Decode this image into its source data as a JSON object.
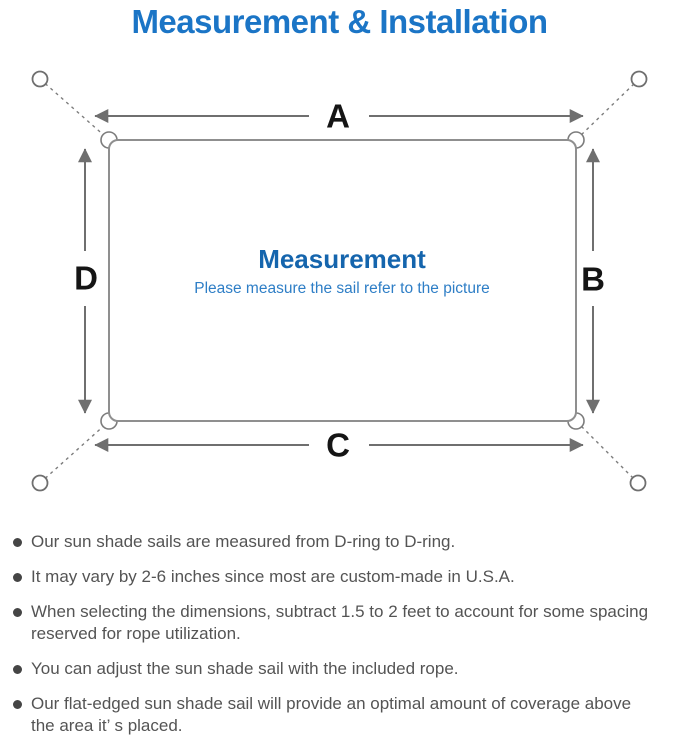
{
  "page": {
    "title": "Measurement & Installation"
  },
  "colors": {
    "title_blue": "#1b75c6",
    "center_heading_blue": "#1565ad",
    "center_subtitle_blue": "#2e7ec6",
    "diagram_line_gray": "#6f6f6f",
    "sail_border_gray": "#8f8f8f",
    "dimension_label_black": "#151515",
    "note_text_gray": "#545454"
  },
  "diagram": {
    "labels": {
      "top": "A",
      "right": "B",
      "bottom": "C",
      "left": "D"
    },
    "center_heading": "Measurement",
    "center_subtitle": "Please measure the sail refer to the picture",
    "icons": [
      "anchor-ring",
      "d-ring",
      "dimension-arrow",
      "dashed-rope-line"
    ]
  },
  "notes": {
    "items": [
      {
        "lines": [
          "Our sun shade sails are measured from D-ring to D-ring."
        ]
      },
      {
        "lines": [
          "It may vary by 2-6 inches since most are custom-made in U.S.A."
        ]
      },
      {
        "lines": [
          "When selecting the dimensions, subtract 1.5 to 2 feet to account for some spacing",
          "reserved for rope utilization."
        ]
      },
      {
        "lines": [
          "You can adjust the sun shade sail with the included rope."
        ]
      },
      {
        "lines": [
          "Our flat-edged sun shade sail will provide an optimal amount of coverage above",
          "the area it’ s placed."
        ]
      }
    ]
  }
}
